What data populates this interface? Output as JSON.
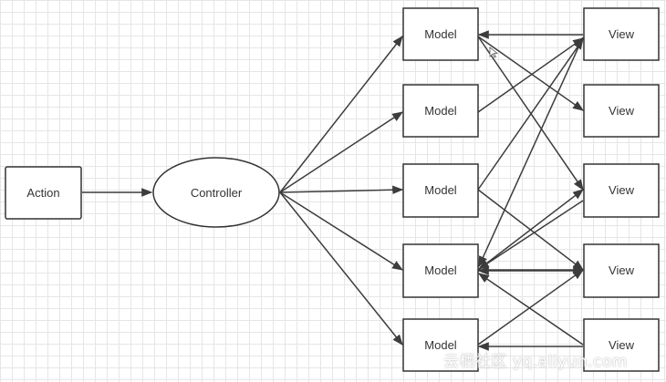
{
  "diagram": {
    "action_label": "Action",
    "controller_label": "Controller",
    "models": [
      "Model",
      "Model",
      "Model",
      "Model",
      "Model"
    ],
    "views": [
      "View",
      "View",
      "View",
      "View",
      "View"
    ],
    "edge_color": "#3c3c3c",
    "node_stroke": "#333333"
  },
  "watermark": "云栖社区 yq.aliyun.com"
}
